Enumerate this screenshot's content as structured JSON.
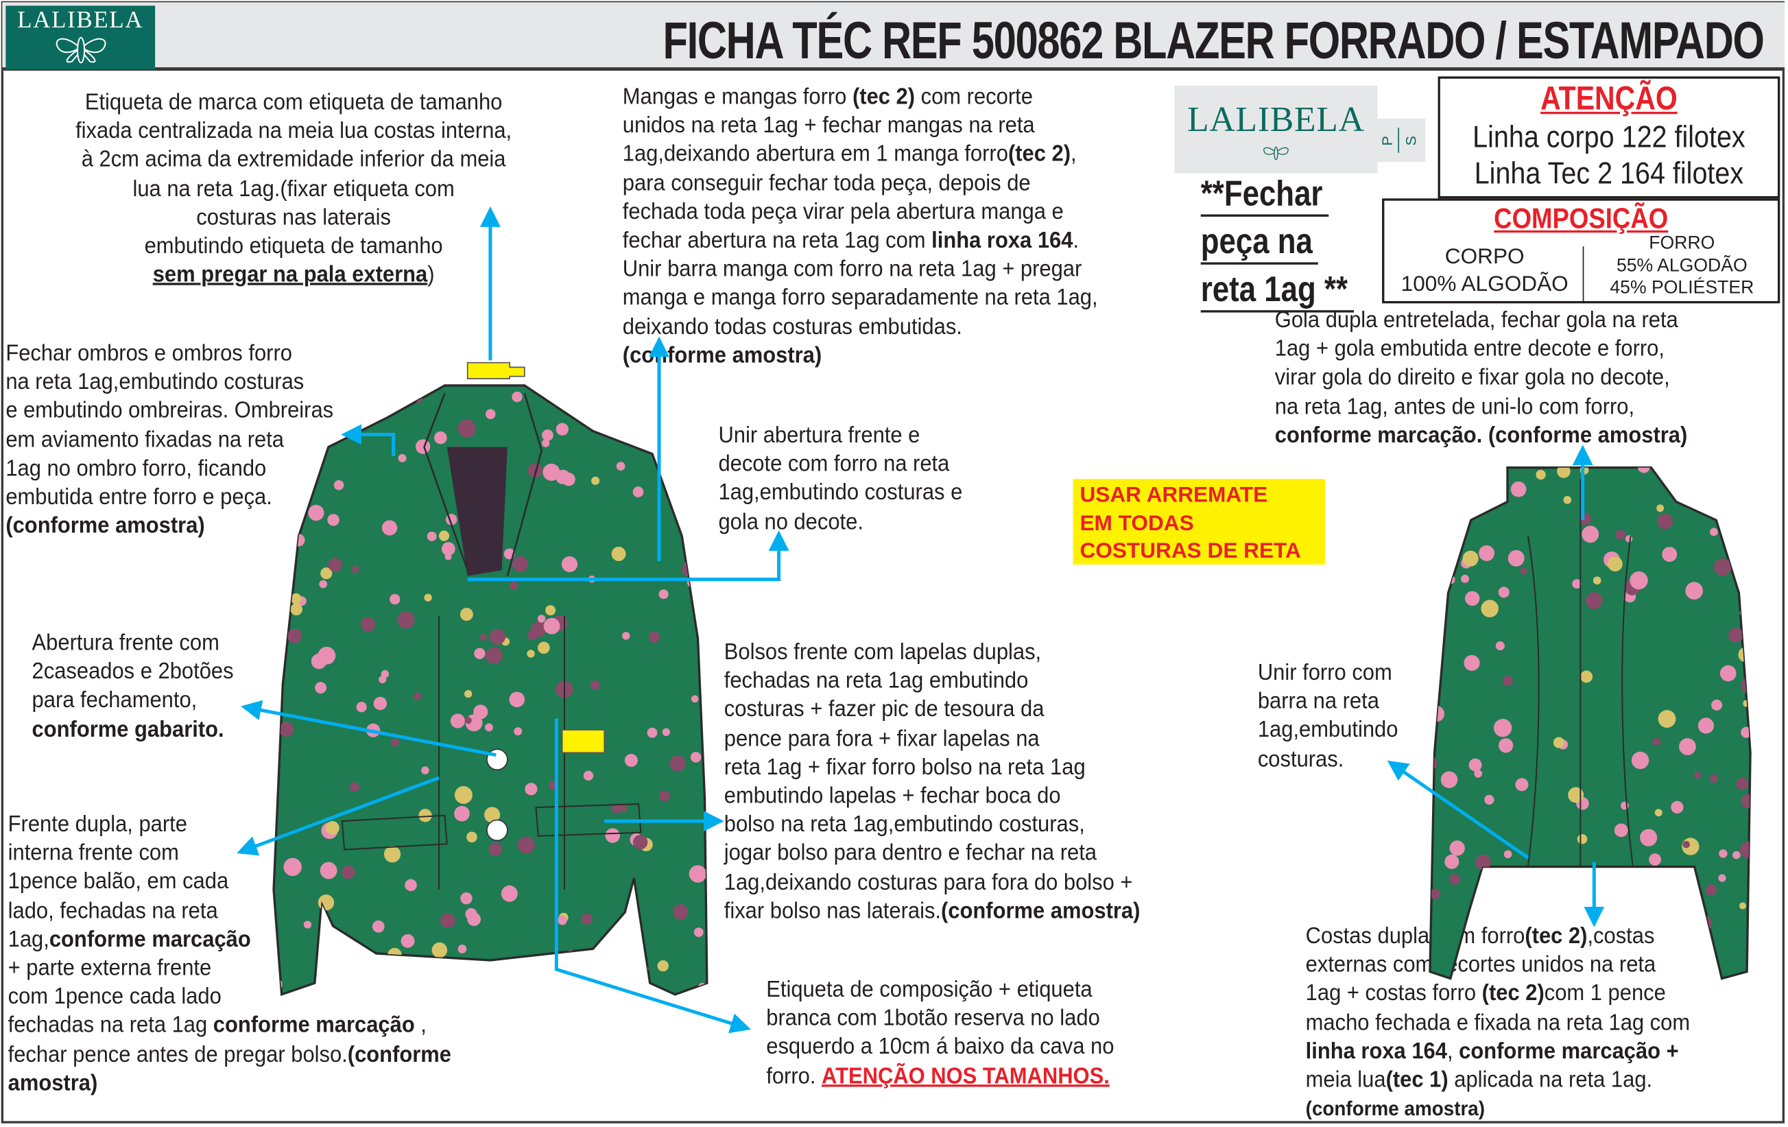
{
  "header": {
    "logo_text": "LALIBELA",
    "title": "FICHA TÉC REF 500862 BLAZER FORRADO / ESTAMPADO"
  },
  "brand_logo": {
    "text": "LALIBELA",
    "side_p": "P",
    "side_s": "S"
  },
  "fechar_note": [
    "**Fechar",
    "peça na",
    "reta 1ag **"
  ],
  "atencao_box": {
    "heading": "ATENÇÃO",
    "lines": [
      "Linha corpo 122 filotex",
      "Linha Tec 2 164 filotex"
    ]
  },
  "composicao_box": {
    "heading": "COMPOSIÇÃO",
    "corpo_label": "CORPO",
    "corpo_value": "100% ALGODÃO",
    "forro_label": "FORRO",
    "forro_values": [
      "55% ALGODÃO",
      "45% POLIÉSTER"
    ]
  },
  "warning_banner": "USAR ARREMATE\nEM TODAS\nCOSTURAS DE RETA",
  "notes": {
    "etiqueta_marca": [
      {
        "t": "Etiqueta de marca com etiqueta de tamanho\nfixada centralizada na meia lua costas interna,\nà 2cm acima da extremidade inferior da meia\nlua na reta 1ag.(fixar etiqueta com\ncosturas nas laterais\nembutindo etiqueta de tamanho\n"
      },
      {
        "t": "sem pregar na pala externa",
        "s": "bu"
      },
      {
        "t": ")"
      }
    ],
    "ombros": [
      {
        "t": "Fechar ombros e ombros forro\nna reta 1ag,embutindo costuras\ne embutindo ombreiras. Ombreiras\nem aviamento fixadas na reta\n1ag no ombro forro, ficando\nembutida entre forro e peça.\n"
      },
      {
        "t": "(conforme amostra)",
        "s": "b"
      }
    ],
    "mangas": [
      {
        "t": "Mangas e mangas forro "
      },
      {
        "t": "(tec 2)",
        "s": "b"
      },
      {
        "t": " com recorte\nunidos na reta 1ag + fechar mangas na reta\n1ag,deixando abertura em 1 manga forro"
      },
      {
        "t": "(tec 2)",
        "s": "b"
      },
      {
        "t": ",\npara conseguir fechar toda peça, depois de\nfechada toda peça virar pela abertura manga e\nfechar abertura na reta 1ag com "
      },
      {
        "t": "linha roxa 164",
        "s": "b"
      },
      {
        "t": ".\nUnir barra manga com forro na reta 1ag + pregar\nmanga e manga forro separadamente na reta 1ag,\ndeixando todas costuras embutidas.\n"
      },
      {
        "t": "      (conforme amostra)",
        "s": "b"
      }
    ],
    "unir_abertura": [
      {
        "t": "Unir abertura frente e\ndecote com forro na reta\n1ag,embutindo costuras e\ngola no decote."
      }
    ],
    "gola": [
      {
        "t": "Gola dupla entretelada, fechar gola na reta\n1ag + gola embutida entre decote e forro,\nvirar gola do direito e fixar gola no decote,\nna reta 1ag, antes de uni-lo com forro,\n"
      },
      {
        "t": "conforme marcação. (conforme amostra)",
        "s": "b"
      }
    ],
    "abertura_frente": [
      {
        "t": "Abertura frente com\n2caseados e 2botões\npara fechamento,\n"
      },
      {
        "t": "conforme gabarito.",
        "s": "b"
      }
    ],
    "bolsos": [
      {
        "t": "Bolsos frente com lapelas duplas,\nfechadas na reta 1ag embutindo\ncosturas + fazer pic de tesoura da\npence para fora + fixar lapelas na\nreta 1ag + fixar forro bolso na reta 1ag\nembutindo lapelas + fechar boca do\nbolso na reta 1ag,embutindo costuras,\njogar bolso para dentro e fechar na reta\n1ag,deixando costuras para fora do bolso +\nfixar bolso nas laterais."
      },
      {
        "t": "(conforme amostra)",
        "s": "b"
      }
    ],
    "unir_forro": [
      {
        "t": "Unir forro com\nbarra na reta\n1ag,embutindo\ncosturas."
      }
    ],
    "frente_dupla": [
      {
        "t": "Frente dupla, parte\ninterna frente com\n1pence balão, em cada\nlado, fechadas na reta\n1ag,"
      },
      {
        "t": "conforme marcação",
        "s": "b"
      },
      {
        "t": "\n+ parte externa frente\ncom 1pence cada lado\nfechadas na reta 1ag "
      },
      {
        "t": "conforme marcação",
        "s": "b"
      },
      {
        "t": " ,\nfechar pence antes de pregar bolso."
      },
      {
        "t": "(conforme\namostra)",
        "s": "b"
      }
    ],
    "etiqueta_composicao": [
      {
        "t": "Etiqueta de composição + etiqueta\nbranca com 1botão reserva no lado\nesquerdo a 10cm á baixo da cava no\nforro. "
      },
      {
        "t": "ATENÇÃO NOS TAMANHOS.",
        "s": "red"
      }
    ],
    "costas": [
      {
        "t": "Costas dupla com forro"
      },
      {
        "t": "(tec 2)",
        "s": "b"
      },
      {
        "t": ",costas\nexternas com recortes unidos na reta\n1ag + costas forro "
      },
      {
        "t": "(tec 2)",
        "s": "b"
      },
      {
        "t": "com 1 pence\nmacho fechada e fixada na reta 1ag com\n"
      },
      {
        "t": "linha roxa 164",
        "s": "b"
      },
      {
        "t": ", "
      },
      {
        "t": "conforme marcação +",
        "s": "b"
      },
      {
        "t": "\nmeia lua"
      },
      {
        "t": "(tec 1)",
        "s": "b"
      },
      {
        "t": " aplicada na reta 1ag.\n"
      },
      {
        "t": "(conforme amostra)",
        "s": "bs"
      }
    ]
  },
  "colors": {
    "brand_teal": "#0b6b5e",
    "arrow_cyan": "#00aeef",
    "fabric_green": "#1e7b52",
    "warning_red": "#e8202a",
    "highlight_yellow": "#fff200"
  }
}
